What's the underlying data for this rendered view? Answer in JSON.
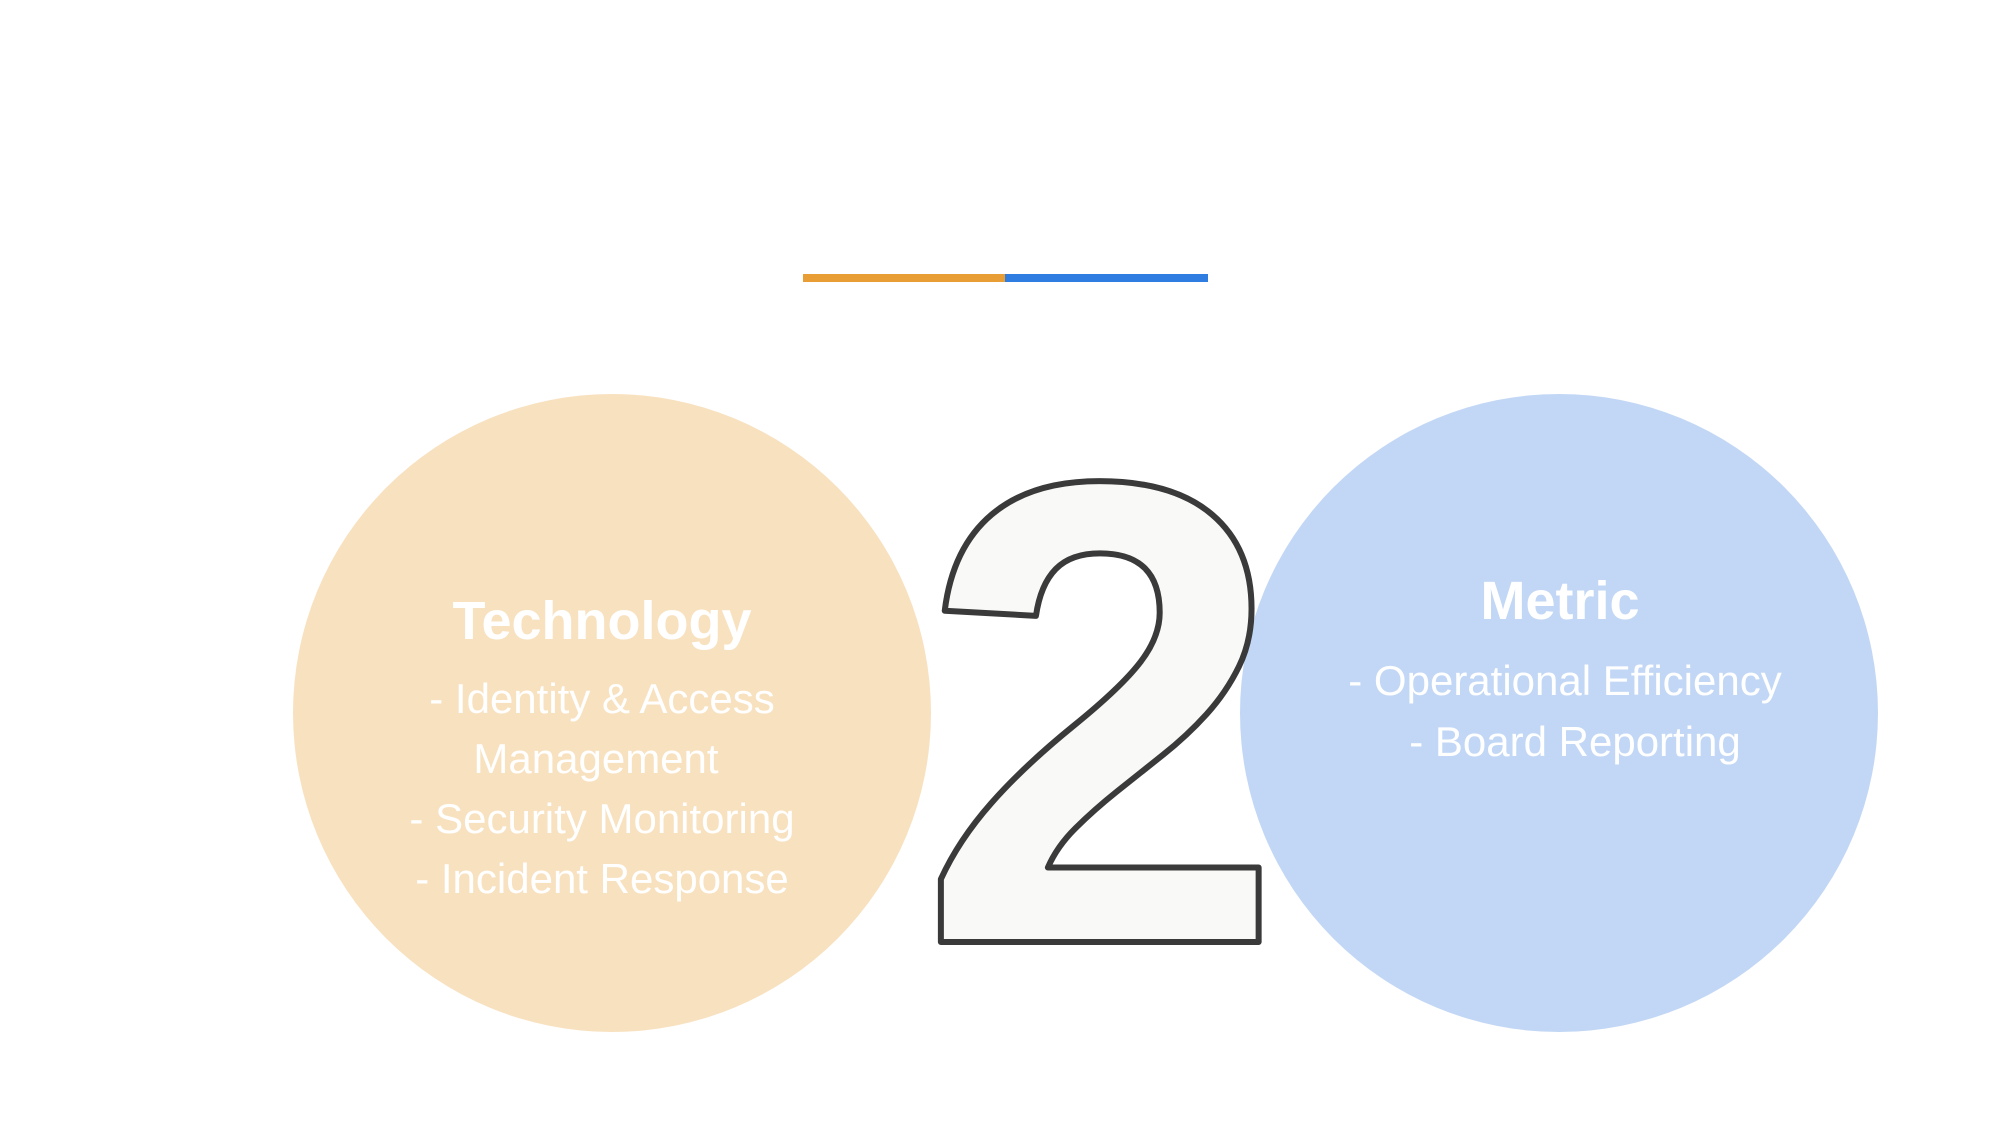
{
  "colors": {
    "orange": "#e89d35",
    "blue": "#2f7de1",
    "left_fill": "#f8e1bf",
    "right_fill": "#c2d7f5",
    "digit_stroke": "#3a3a3a",
    "digit_fill": "#f9f9f7"
  },
  "center_number": "2",
  "left": {
    "title": "Technology",
    "items": [
      "- Identity & Access",
      "Management",
      "- Security Monitoring",
      "- Incident Response"
    ]
  },
  "right": {
    "title": "Metric",
    "items": [
      "- Operational Efficiency",
      "- Board Reporting"
    ]
  }
}
